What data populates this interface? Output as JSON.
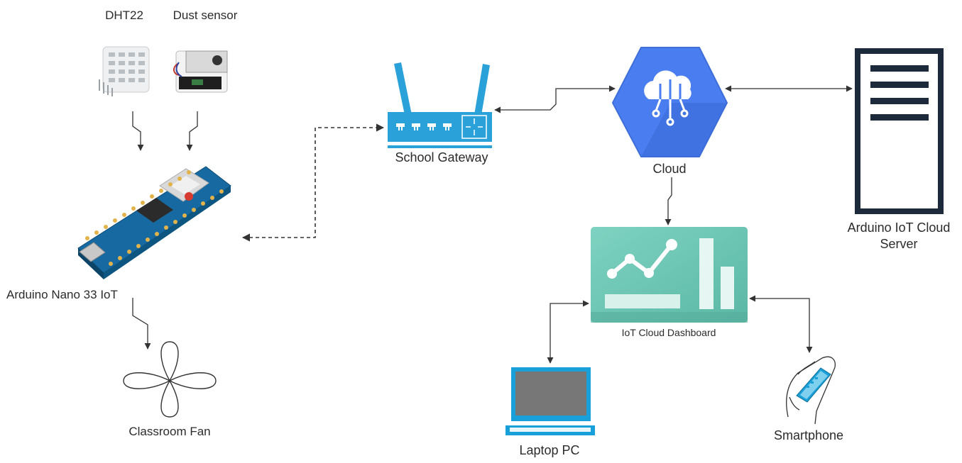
{
  "labels": {
    "dht22": "DHT22",
    "dust_sensor": "Dust sensor",
    "arduino_nano": "Arduino Nano 33 IoT",
    "classroom_fan": "Classroom Fan",
    "school_gateway": "School Gateway",
    "cloud": "Cloud",
    "server_line1": "Arduino IoT Cloud",
    "server_line2": "Server",
    "dashboard": "IoT Cloud Dashboard",
    "laptop": "Laptop PC",
    "smartphone": "Smartphone"
  },
  "colors": {
    "router_blue": "#2aa1d8",
    "cloud_blue": "#4a7ef0",
    "dashboard_teal": "#6cc7b5",
    "server_navy": "#1d2a3c",
    "device_blue": "#1aa0d8",
    "connector": "#333333"
  }
}
